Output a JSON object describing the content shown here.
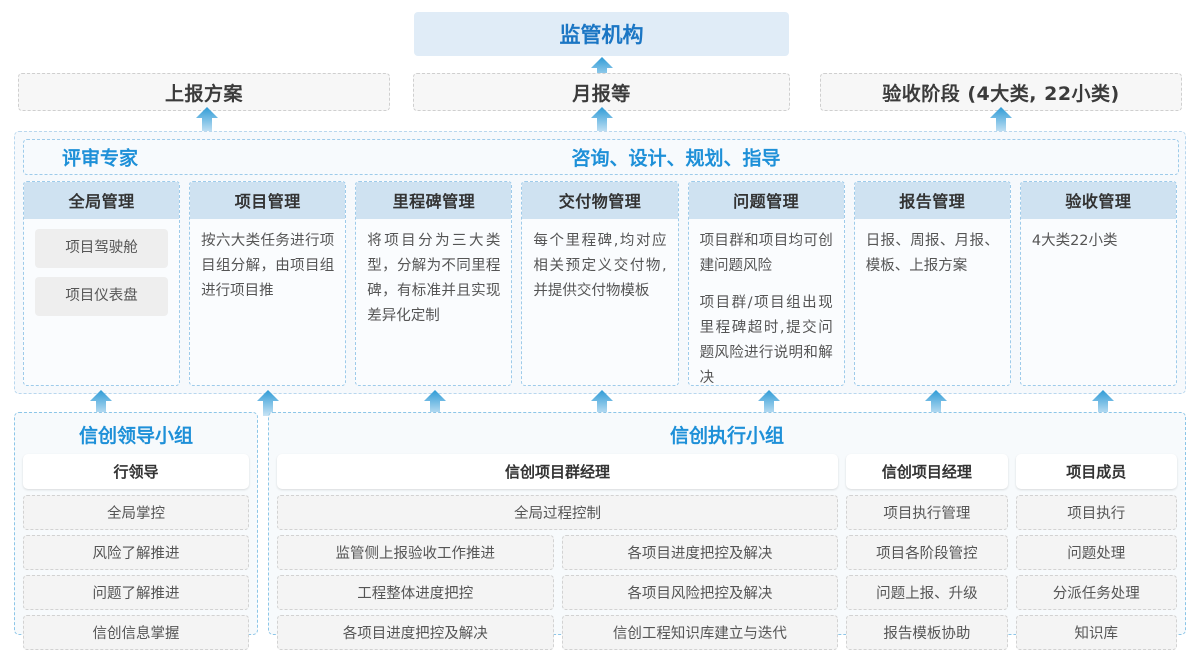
{
  "top": {
    "regulator": "监管机构",
    "channels": [
      {
        "label": "上报方案"
      },
      {
        "label": "月报等"
      },
      {
        "label": "验收阶段 (4大类, 22小类)"
      }
    ]
  },
  "middle": {
    "left_title": "评审专家",
    "center_title": "咨询、设计、规划、指导",
    "columns": [
      {
        "head": "全局管理",
        "pills": [
          "项目驾驶舱",
          "项目仪表盘"
        ],
        "paragraphs": []
      },
      {
        "head": "项目管理",
        "pills": [],
        "paragraphs": [
          "按六大类任务进行项目组分解，由项目组进行项目推"
        ]
      },
      {
        "head": "里程碑管理",
        "pills": [],
        "paragraphs": [
          "将项目分为三大类型，分解为不同里程碑，有标准并且实现差异化定制"
        ]
      },
      {
        "head": "交付物管理",
        "pills": [],
        "paragraphs": [
          "每个里程碑,均对应相关预定义交付物,并提供交付物模板"
        ]
      },
      {
        "head": "问题管理",
        "pills": [],
        "paragraphs": [
          "项目群和项目均可创建问题风险",
          "项目群/项目组出现里程碑超时,提交问题风险进行说明和解决"
        ]
      },
      {
        "head": "报告管理",
        "pills": [],
        "paragraphs": [
          "日报、周报、月报、模板、上报方案"
        ]
      },
      {
        "head": "验收管理",
        "pills": [],
        "paragraphs": [
          "4大类22小类"
        ]
      }
    ]
  },
  "bottom": {
    "leader_group": {
      "title": "信创领导小组",
      "role": "行领导",
      "items": [
        "全局掌控",
        "风险了解推进",
        "问题了解推进",
        "信创信息掌握"
      ]
    },
    "exec_group": {
      "title": "信创执行小组",
      "program_manager": {
        "role": "信创项目群经理",
        "full_width_item": "全局过程控制",
        "left_items": [
          "监管侧上报验收工作推进",
          "工程整体进度把控",
          "各项目进度把控及解决"
        ],
        "right_items": [
          "各项目进度把控及解决",
          "各项目风险把控及解决",
          "信创工程知识库建立与迭代"
        ]
      },
      "project_manager": {
        "role": "信创项目经理",
        "items": [
          "项目执行管理",
          "项目各阶段管控",
          "问题上报、升级",
          "报告模板协助"
        ]
      },
      "project_member": {
        "role": "项目成员",
        "items": [
          "项目执行",
          "问题处理",
          "分派任务处理",
          "知识库"
        ]
      }
    }
  },
  "icons": {
    "arrow_up": "arrow-up-icon"
  },
  "colors": {
    "accent_blue": "#1e90d8",
    "header_fill": "#cfe2f1",
    "regulator_fill": "#e0ecf7",
    "arrow_top": "#2e9bd6",
    "arrow_bottom": "#bfe0f3"
  }
}
